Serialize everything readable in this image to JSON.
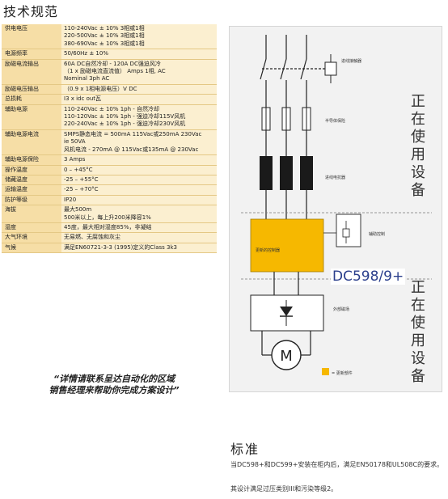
{
  "title": "技术规范",
  "specs": [
    {
      "k": "供电电压",
      "v": [
        "110-240Vac ± 10% 3相或1相",
        "220-500Vac ± 10% 3相或1相",
        "380-690Vac ± 10% 3相或1相"
      ]
    },
    {
      "k": "电源频率",
      "v": [
        "50/60Hz ± 10%"
      ]
    },
    {
      "k": "励磁电流输出",
      "v": [
        "60A DC自然冷却 - 120A DC强迫风冷",
        "（1 x 励磁电流直流值） Amps 1相, AC",
        "Nominal 3ph AC"
      ]
    },
    {
      "k": "励磁电压输出",
      "v": [
        "（0.9 x 1相电源电压）V DC"
      ]
    },
    {
      "k": "总损耗",
      "v": [
        "I3 x idc out瓦"
      ]
    },
    {
      "k": "辅助电源",
      "v": [
        "110-240Vac ± 10% 1ph - 自然冷却",
        "110-120Vac ± 10% 1ph - 强迫冷却115V风机",
        "220-240Vac ± 10% 1ph - 强迫冷却230V风机"
      ]
    },
    {
      "k": "辅助电源电流",
      "v": [
        "SMPS静态电流 = 500mA 115Vac或250mA 230Vac",
        "ie 50VA",
        "风机电流 - 270mA @ 115Vac或135mA @ 230Vac"
      ]
    },
    {
      "k": "辅助电源保险",
      "v": [
        "3 Amps"
      ]
    },
    {
      "k": "操作温度",
      "v": [
        "0 – +45°C"
      ]
    },
    {
      "k": "储藏温度",
      "v": [
        "-25 – +55°C"
      ]
    },
    {
      "k": "运输温度",
      "v": [
        "-25 – +70°C"
      ]
    },
    {
      "k": "防护等级",
      "v": [
        "IP20"
      ]
    },
    {
      "k": "海拔",
      "v": [
        "最大500m",
        "500米以上，每上升200米降容1%"
      ]
    },
    {
      "k": "湿度",
      "v": [
        "45度，最大相对湿度85%，非凝结"
      ]
    },
    {
      "k": "大气环境",
      "v": [
        "无易燃、无腐蚀和灰尘"
      ]
    },
    {
      "k": "气候",
      "v": [
        "满足EN60721-3-3 (1995)定义的Class 3k3"
      ]
    }
  ],
  "quote": {
    "line1": "“详情请联系呈达自动化的区域",
    "line2": "销售经理来帮助你完成方案设计”"
  },
  "diagram": {
    "side_text_1": [
      "正",
      "在",
      "使",
      "用",
      "设",
      "备"
    ],
    "side_text_2": [
      "正",
      "在",
      "使",
      "用",
      "设",
      "备"
    ],
    "contactor_label": "进线接触器",
    "fuse_label": "半导体保险",
    "reactor_label": "进线电抗器",
    "controller_label": "更新的控制器",
    "aux_label": "辅助控制",
    "external_label": "外部磁场",
    "legend_label": "= 更新部件",
    "model_label": "DC598/9+",
    "motor_label": "M",
    "highlight_color": "#f6b800"
  },
  "standards": {
    "title": "标准",
    "p1": "当DC598+和DC599+安装在柜内后，满足EN50178和UL508C的要求。",
    "p2": "其设计满足过压类别III和污染等级2。"
  }
}
